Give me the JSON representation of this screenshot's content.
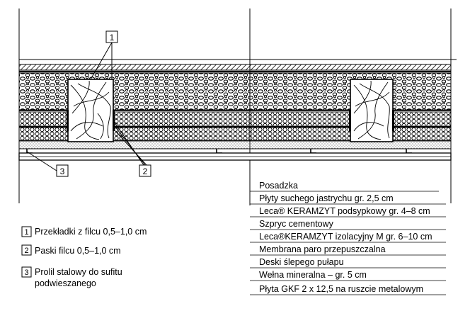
{
  "callouts": [
    "1",
    "2",
    "3"
  ],
  "legend": [
    {
      "num": "1",
      "text": "Przekładki z filcu 0,5–1,0 cm"
    },
    {
      "num": "2",
      "text": "Paski filcu 0,5–1,0 cm"
    },
    {
      "num": "3",
      "lines": [
        "Prolil stalowy do sufitu",
        "podwieszanego"
      ]
    }
  ],
  "layers": [
    "Posadzka",
    "Płyty suchego jastrychu gr. 2,5 cm",
    "Leca® KERAMZYT podsypkowy gr. 4–8 cm",
    "Szpryc cementowy",
    "Leca®KERAMZYT izolacyjny M gr. 6–10 cm",
    "Membrana paro przepuszczalna",
    "Deski ślepego pułapu",
    "Wełna mineralna – gr. 5 cm",
    "Płyta GKF 2 x 12,5 na ruszcie metalowym"
  ]
}
